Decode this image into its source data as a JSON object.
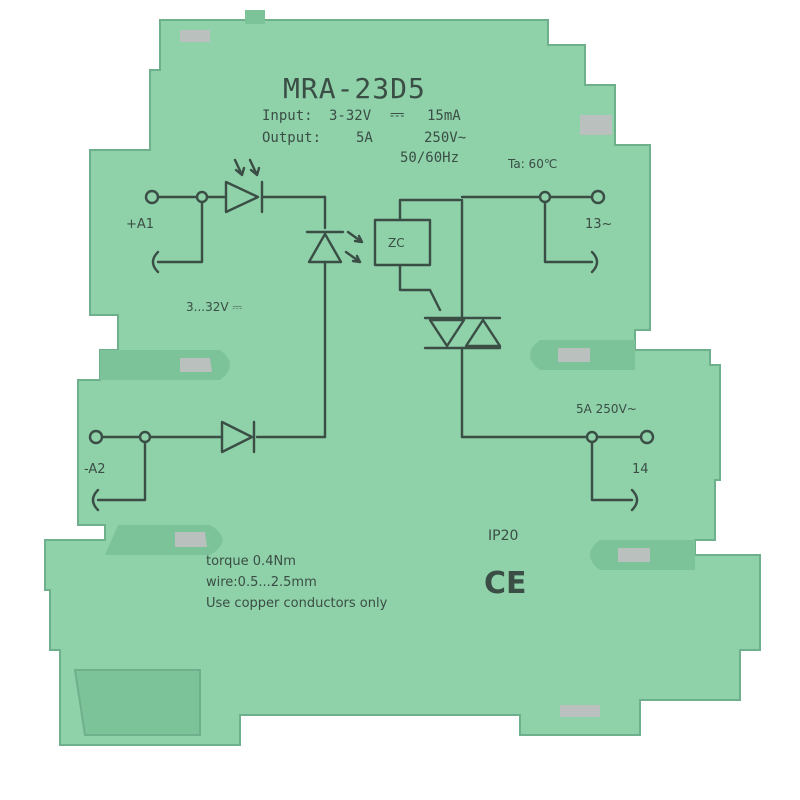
{
  "product": {
    "model": "MRA-23D5",
    "input_label": "Input:",
    "input_value": "3-32V",
    "input_dc_symbol": "⎓",
    "input_current": "15mA",
    "output_label": "Output:",
    "output_current": "5A",
    "output_voltage": "250V~",
    "output_frequency": "50/60Hz",
    "ambient_temp": "Ta: 60℃"
  },
  "terminals": {
    "a1": "+A1",
    "a2": "-A2",
    "t13": "13~",
    "t14": "14"
  },
  "diagram": {
    "zc_label": "ZC",
    "input_range": "3...32V ⎓",
    "output_rating": "5A 250V~"
  },
  "markings": {
    "ip_rating": "IP20",
    "ce_mark": "CE",
    "torque": "torque 0.4Nm",
    "wire": "wire:0.5...2.5mm",
    "copper_note": "Use copper conductors only"
  },
  "colors": {
    "housing": "#8fd1a9",
    "housing_shadow": "#6fb08c",
    "ink": "#3a4e45",
    "metal": "#b9c0bd"
  }
}
